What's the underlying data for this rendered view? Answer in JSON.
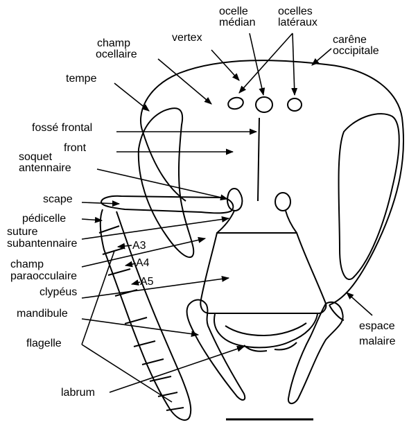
{
  "colors": {
    "ink": "#000000",
    "background": "#ffffff"
  },
  "labels": {
    "ocelle_median": [
      "ocelle",
      "médian"
    ],
    "ocelles_lateraux": [
      "ocelles",
      "latéraux"
    ],
    "carene_occipitale": [
      "carêne",
      "occipitale"
    ],
    "vertex": "vertex",
    "champ_ocellaire": [
      "champ",
      "ocellaire"
    ],
    "tempe": "tempe",
    "fosse_frontal": "fossé frontal",
    "front": "front",
    "soquet_antennaire": [
      "soquet",
      "antennaire"
    ],
    "scape": "scape",
    "pedicelle": "pédicelle",
    "suture_subantennaire": [
      "suture",
      "subantennaire"
    ],
    "a3": "A3",
    "a4": "A4",
    "a5": "A5",
    "champ_paraocculaire": [
      "champ",
      "paraocculaire"
    ],
    "clypeus": "clypéus",
    "mandibule": "mandibule",
    "flagelle": "flagelle",
    "labrum": "labrum",
    "espace_malaire": [
      "espace",
      "malaire"
    ]
  }
}
